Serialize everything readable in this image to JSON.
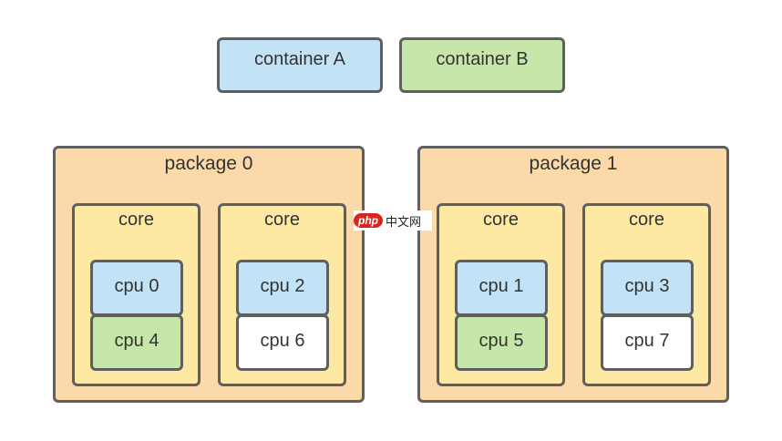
{
  "colors": {
    "container_a": "#c2e3f6",
    "container_b": "#c7e6a9",
    "package_fill": "#fbd9a8",
    "core_fill": "#fde8a4",
    "unassigned_cpu": "#ffffff",
    "border": "#5f5f5f",
    "watermark_badge": "#d7261f"
  },
  "legend": {
    "container_a": "container A",
    "container_b": "container B"
  },
  "watermark": {
    "badge": "php",
    "text": "中文网"
  },
  "packages": [
    {
      "label": "package 0",
      "cores": [
        {
          "label": "core",
          "cpus": [
            {
              "label": "cpu 0",
              "owner": "A"
            },
            {
              "label": "cpu 4",
              "owner": "B"
            }
          ]
        },
        {
          "label": "core",
          "cpus": [
            {
              "label": "cpu 2",
              "owner": "A"
            },
            {
              "label": "cpu 6",
              "owner": "none"
            }
          ]
        }
      ]
    },
    {
      "label": "package 1",
      "cores": [
        {
          "label": "core",
          "cpus": [
            {
              "label": "cpu 1",
              "owner": "A"
            },
            {
              "label": "cpu 5",
              "owner": "B"
            }
          ]
        },
        {
          "label": "core",
          "cpus": [
            {
              "label": "cpu 3",
              "owner": "A"
            },
            {
              "label": "cpu 7",
              "owner": "none"
            }
          ]
        }
      ]
    }
  ]
}
